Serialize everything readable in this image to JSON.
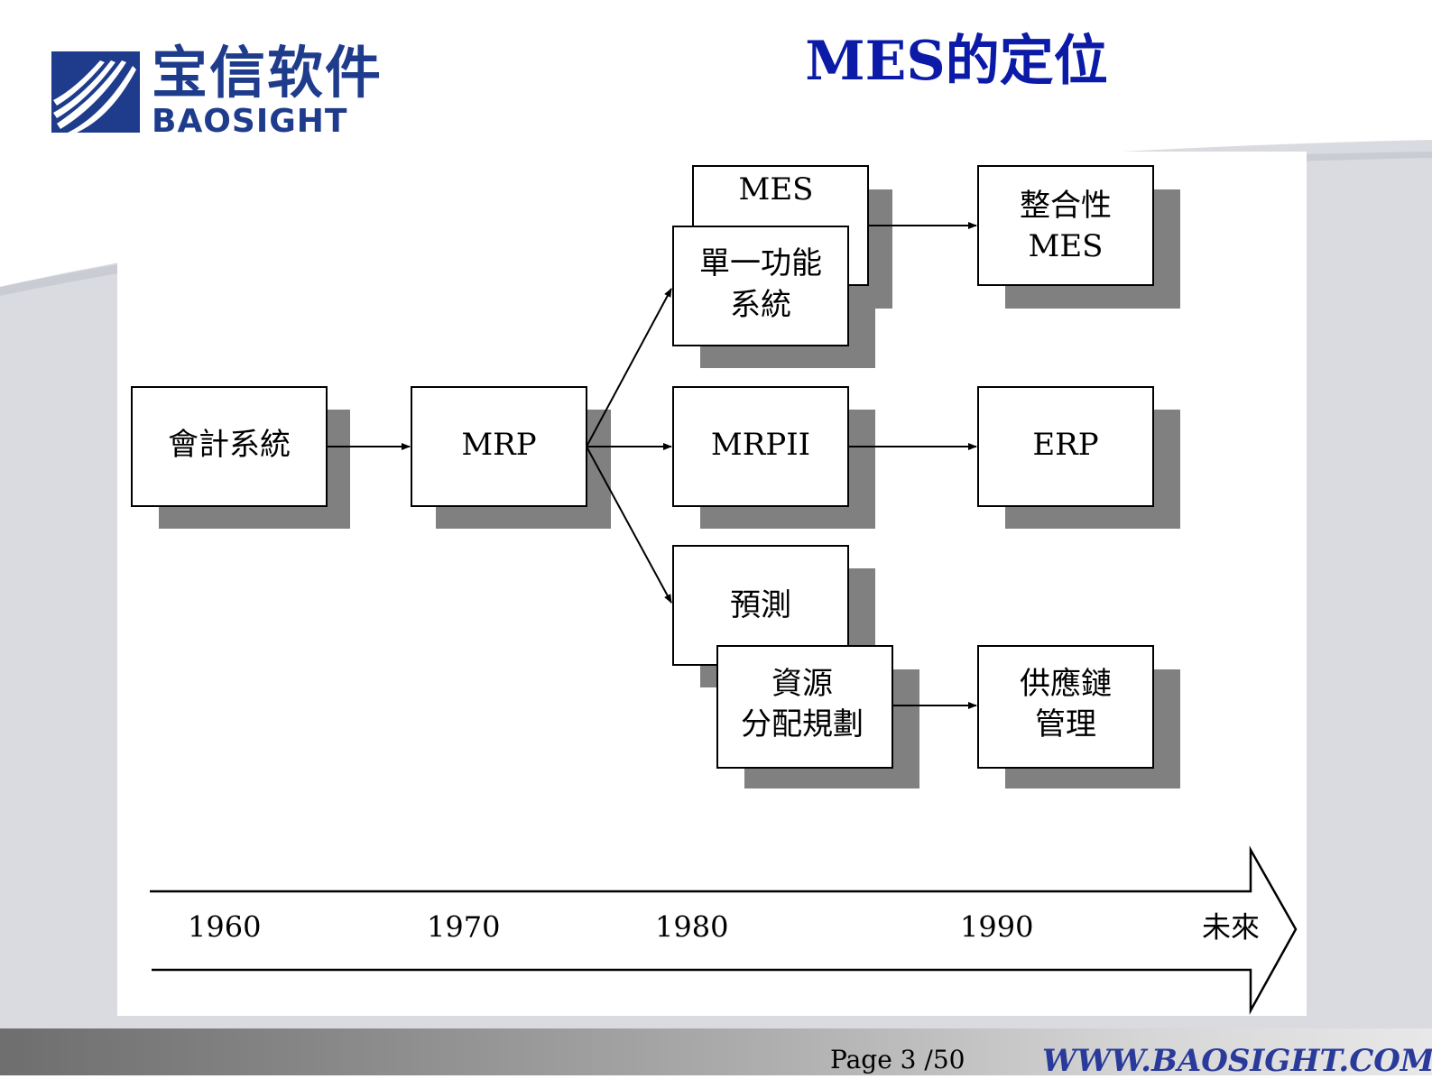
{
  "header": {
    "logo": {
      "name_cn": "宝信软件",
      "name_en": "BAOSIGHT"
    },
    "title": "MES的定位"
  },
  "diagram": {
    "boxes": {
      "accounting": "會計系統",
      "mrp": "MRP",
      "mes_top": "MES",
      "single_function_line1": "單一功能",
      "single_function_line2": "系統",
      "mrpii": "MRPII",
      "forecast": "預測",
      "resource_line1": "資源",
      "resource_line2": "分配規劃",
      "integrated_line1": "整合性",
      "integrated_line2": "MES",
      "erp": "ERP",
      "supply_chain_line1": "供應鏈",
      "supply_chain_line2": "管理"
    },
    "timeline": [
      "1960",
      "1970",
      "1980",
      "1990",
      "未來"
    ],
    "colors": {
      "shadow": "#808080",
      "box_border": "#000000",
      "box_fill": "#ffffff"
    }
  },
  "footer": {
    "page_number": "Page 3 /50",
    "website": "WWW.BAOSIGHT.COM"
  },
  "colors": {
    "brand_blue": "#1f3c8c",
    "title_blue": "#0c1aa8",
    "background_gray": "#d9dbe0"
  }
}
